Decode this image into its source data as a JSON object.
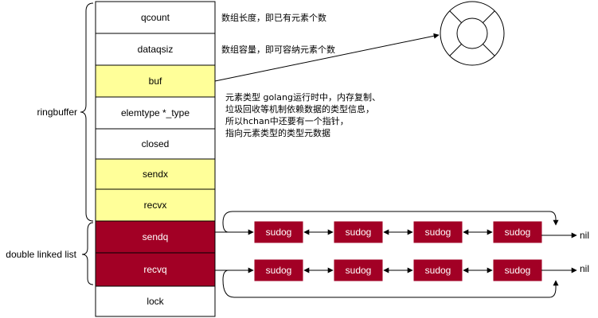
{
  "colors": {
    "line": "#000000",
    "highlight_fill": "#ffff99",
    "queue_fill": "#a20025",
    "queue_text": "#ffffff",
    "plain_fill": "#ffffff"
  },
  "hchan_fields": [
    {
      "label": "qcount",
      "style": "plain"
    },
    {
      "label": "dataqsiz",
      "style": "plain"
    },
    {
      "label": "buf",
      "style": "highlight"
    },
    {
      "label": "elemtype *_type",
      "style": "plain"
    },
    {
      "label": "closed",
      "style": "plain"
    },
    {
      "label": "sendx",
      "style": "highlight"
    },
    {
      "label": "recvx",
      "style": "highlight"
    },
    {
      "label": "sendq",
      "style": "queue"
    },
    {
      "label": "recvq",
      "style": "queue"
    },
    {
      "label": "lock",
      "style": "plain"
    }
  ],
  "group_labels": {
    "ringbuffer": "ringbuffer",
    "linked_list": "double linked list"
  },
  "notes": {
    "qcount": "数组长度，即已有元素个数",
    "dataqsiz": "数组容量，即可容纳元素个数",
    "elemtype": [
      "元素类型 golang运行时中，内存复制、",
      "垃圾回收等机制依赖数据的类型信息，",
      "所以hchan中还要有一个指针，",
      "指向元素类型的类型元数据"
    ]
  },
  "queues": {
    "node_label": "sudog",
    "sendq_nodes": [
      "sudog",
      "sudog",
      "sudog",
      "sudog"
    ],
    "recvq_nodes": [
      "sudog",
      "sudog",
      "sudog",
      "sudog"
    ],
    "terminator": "nil"
  },
  "ring_icon": "ring-buffer-icon"
}
